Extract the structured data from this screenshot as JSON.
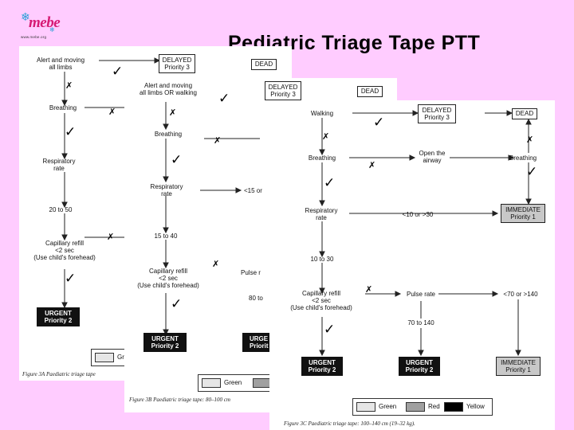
{
  "slide": {
    "title": "Pediatric Triage Tape PTT"
  },
  "logo": {
    "text": "mebe",
    "url": "www.mebe.org"
  },
  "figA": {
    "alert": "Alert and moving\nall limbs",
    "delayed": "DELAYED\nPriority 3",
    "dead": "DEAD",
    "breathing": "Breathing",
    "resp": "Respiratory\nrate",
    "range": "20 to 50",
    "cap": "Capillary refill\n<2 sec\n(Use child's forehead)",
    "urgent": "URGENT\nPriority 2",
    "legend_green": "Gr",
    "caption": "Figure 3A    Paediatric triage tape"
  },
  "figB": {
    "alert": "Alert and moving\nall limbs OR walking",
    "delayed": "DELAYED\nPriority 3",
    "dead": "DEAD",
    "breathing": "Breathing",
    "resp": "Respiratory\nrate",
    "rr_bad": "<15 or",
    "range": "15 to 40",
    "cap": "Capillary refill\n<2 sec\n(Use child's forehead)",
    "pulse": "Pulse r",
    "pulse_range": "80 to",
    "urgent": "URGENT\nPriority 2",
    "urgent2": "URGE\nPriorit",
    "legend_green": "Green",
    "caption": "Figure 3B    Paediatric triage tape: 80–100 cm"
  },
  "figC": {
    "walking": "Walking",
    "delayed": "DELAYED\nPriority 3",
    "dead": "DEAD",
    "breathing": "Breathing",
    "open_airway": "Open the\nairway",
    "breathing2": "Breathing",
    "resp": "Respiratory\nrate",
    "rr_bad": "<10 or >30",
    "immediate": "IMMEDIATE\nPriority 1",
    "range": "10 to 30",
    "cap": "Capillary refill\n<2 sec\n(Use child's forehead)",
    "pulse": "Pulse rate",
    "pulse_bad": "<70 or >140",
    "pulse_range": "70 to 140",
    "urgent": "URGENT\nPriority 2",
    "urgent2": "URGENT\nPriority 2",
    "immediate2": "IMMEDIATE\nPriority 1",
    "legend_green": "Green",
    "legend_red": "Red",
    "legend_yellow": "Yellow",
    "caption": "Figure 3C    Paediatric triage tape: 100–140 cm (19–32 kg)."
  }
}
